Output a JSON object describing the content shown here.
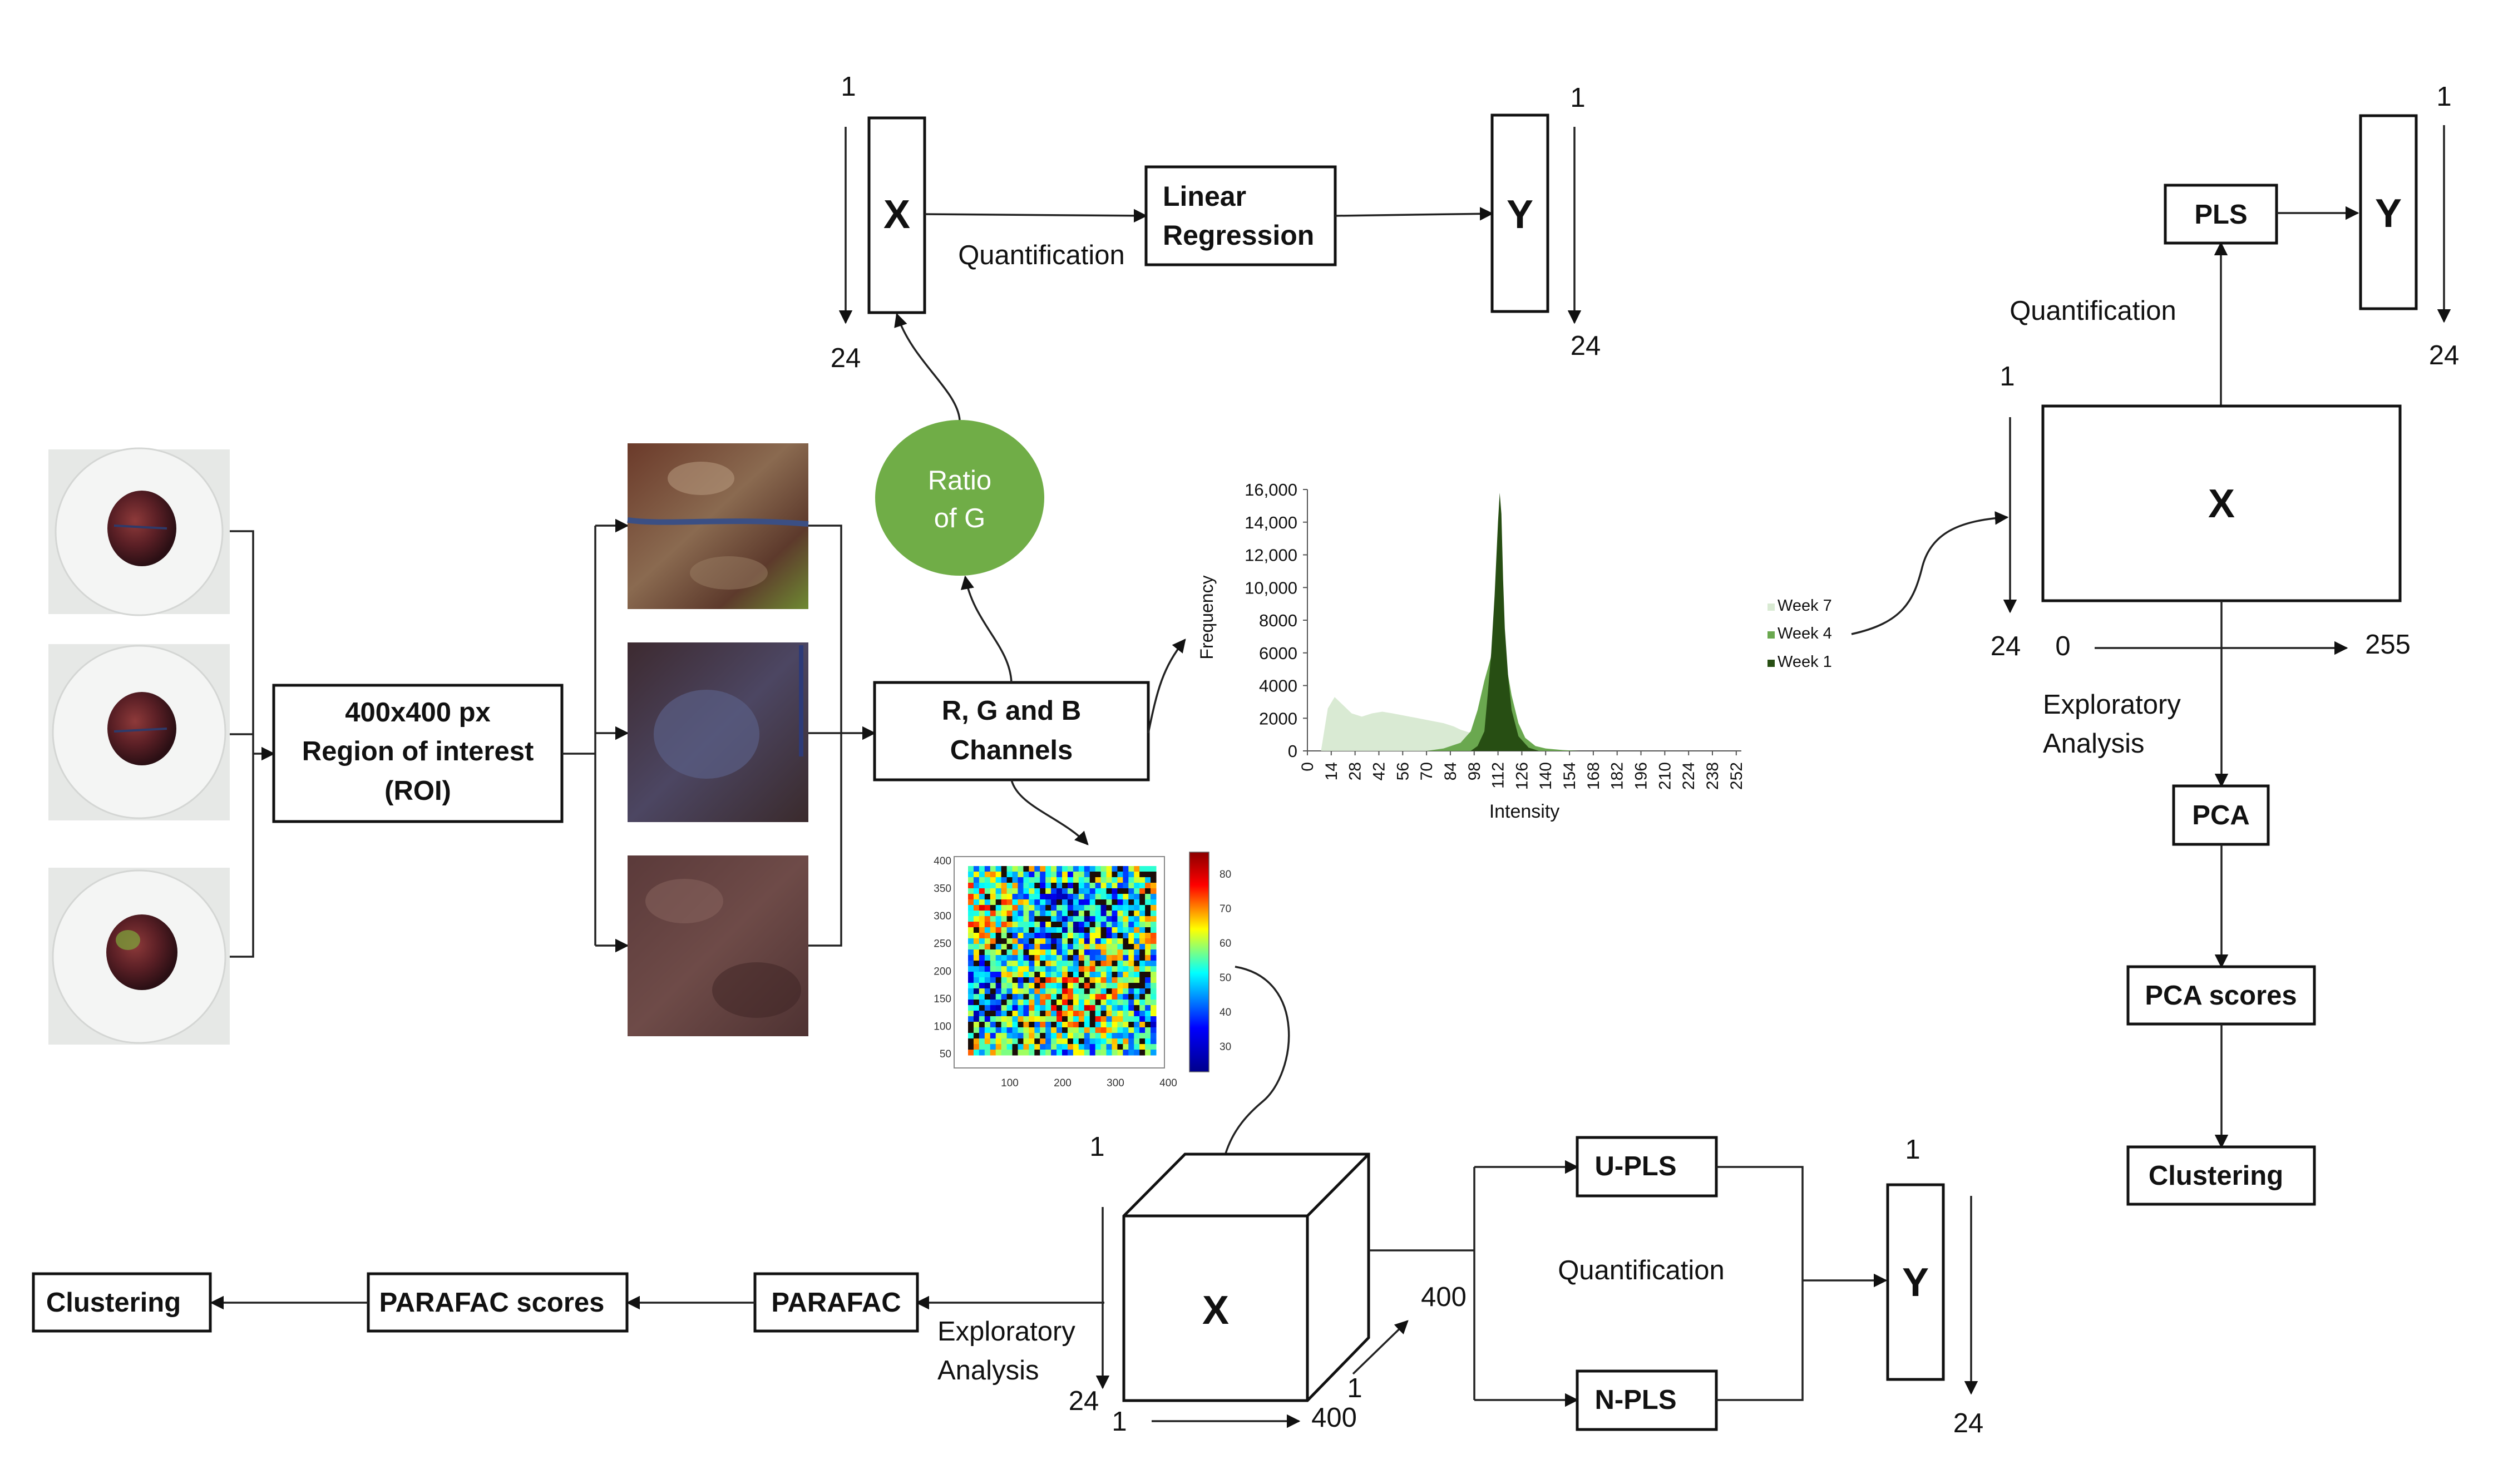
{
  "top_flow": {
    "x_label": "X",
    "y_label": "Y",
    "row_start": "1",
    "row_end": "24",
    "y_row_start": "1",
    "y_row_end": "24",
    "quantification": "Quantification",
    "linear_regression_line1": "Linear",
    "linear_regression_line2": "Regression"
  },
  "ratio_circle": {
    "line1": "Ratio",
    "line2": "of G",
    "color": "#70AD47"
  },
  "roi_box": {
    "line1": "400x400 px",
    "line2": "Region of interest",
    "line3": "(ROI)"
  },
  "rgb_box": {
    "line1": "R, G and B",
    "line2": "Channels"
  },
  "histogram": {
    "ylabel": "Frequency",
    "xlabel": "Intensity",
    "y_ticks": [
      "0",
      "2000",
      "4000",
      "6000",
      "8000",
      "10,000",
      "12,000",
      "14,000",
      "16,000"
    ],
    "x_ticks": [
      "0",
      "14",
      "28",
      "42",
      "56",
      "70",
      "84",
      "98",
      "112",
      "126",
      "140",
      "154",
      "168",
      "182",
      "196",
      "210",
      "224",
      "238",
      "252"
    ],
    "legend": [
      "Week 7",
      "Week 4",
      "Week 1"
    ],
    "colors": {
      "week7": "#D9EAD3",
      "week4": "#6AA84F",
      "week1": "#274E13"
    }
  },
  "chart_data": {
    "type": "area",
    "title": "",
    "xlabel": "Intensity",
    "ylabel": "Frequency",
    "xlim": [
      0,
      255
    ],
    "ylim": [
      0,
      16000
    ],
    "series": [
      {
        "name": "Week 7",
        "x": [
          0,
          8,
          12,
          16,
          20,
          26,
          32,
          38,
          44,
          50,
          60,
          70,
          80,
          86,
          90,
          96,
          100,
          106,
          110,
          114,
          118,
          122,
          126,
          132,
          140,
          150,
          160
        ],
        "values": [
          0,
          0,
          2600,
          3300,
          2900,
          2300,
          2100,
          2300,
          2400,
          2300,
          2100,
          1900,
          1700,
          1500,
          1300,
          1100,
          1000,
          1000,
          1200,
          1400,
          1200,
          900,
          600,
          300,
          100,
          0,
          0
        ]
      },
      {
        "name": "Week 4",
        "x": [
          70,
          80,
          90,
          96,
          100,
          104,
          108,
          110,
          112,
          114,
          116,
          118,
          120,
          124,
          128,
          134,
          140,
          150,
          160
        ],
        "values": [
          0,
          150,
          500,
          1200,
          2500,
          4300,
          5800,
          6500,
          6900,
          6500,
          5800,
          4600,
          3400,
          1700,
          800,
          300,
          150,
          50,
          0
        ]
      },
      {
        "name": "Week 1",
        "x": [
          96,
          100,
          104,
          106,
          108,
          110,
          112,
          113,
          114,
          115,
          116,
          118,
          120,
          124,
          130,
          136
        ],
        "values": [
          0,
          300,
          1200,
          3500,
          6000,
          9500,
          14000,
          15800,
          14500,
          10500,
          7500,
          4500,
          2500,
          900,
          200,
          0
        ]
      }
    ]
  },
  "heatmap": {
    "y_ticks": [
      "400",
      "350",
      "300",
      "250",
      "200",
      "150",
      "100",
      "50"
    ],
    "x_ticks": [
      "100",
      "200",
      "300",
      "400"
    ],
    "colorbar_ticks": [
      "80",
      "70",
      "60",
      "50",
      "40",
      "30"
    ]
  },
  "right_flow": {
    "pls": "PLS",
    "y_label": "Y",
    "x_label": "X",
    "quantification": "Quantification",
    "row_start": "1",
    "row_end": "24",
    "y_row_start": "1",
    "y_row_end": "24",
    "col_start": "0",
    "col_end": "255",
    "exploratory_line1": "Exploratory",
    "exploratory_line2": "Analysis",
    "pca": "PCA",
    "pca_scores": "PCA scores",
    "clustering": "Clustering"
  },
  "bottom_flow": {
    "x_label": "X",
    "y_label": "Y",
    "row_start": "1",
    "row_end": "24",
    "col_start": "1",
    "col_end": "400",
    "depth_start": "1",
    "depth_end": "400",
    "y_row_start": "1",
    "y_row_end": "24",
    "u_pls": "U-PLS",
    "n_pls": "N-PLS",
    "quantification": "Quantification",
    "parafac": "PARAFAC",
    "parafac_scores": "PARAFAC scores",
    "clustering": "Clustering",
    "exploratory_line1": "Exploratory",
    "exploratory_line2": "Analysis"
  }
}
